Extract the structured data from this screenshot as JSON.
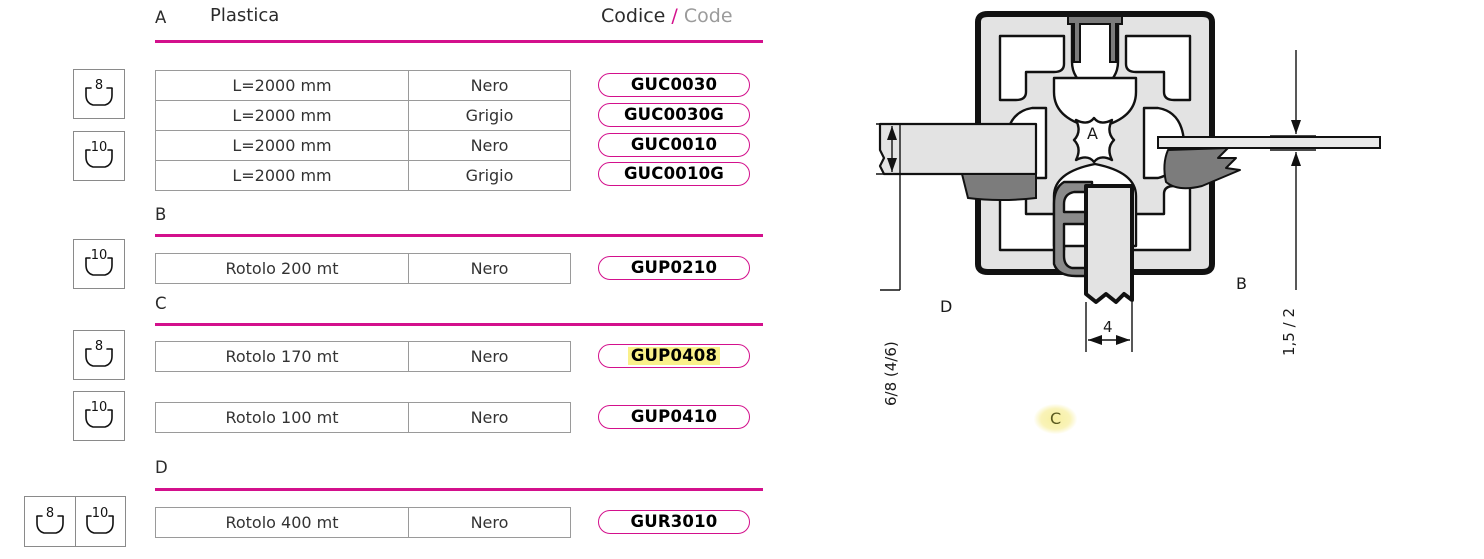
{
  "header": {
    "section_letter": "A",
    "section_title": "Plastica",
    "code_it": "Codice",
    "code_sep": "/",
    "code_en": "Code"
  },
  "sections": [
    {
      "letter": "A",
      "title": "Plastica",
      "icons": [
        {
          "number": "8",
          "name": "groove-8-icon"
        },
        {
          "number": "10",
          "name": "groove-10-icon"
        }
      ],
      "rows": [
        {
          "length": "L=2000 mm",
          "color": "Nero",
          "code": "GUC0030",
          "highlight": false
        },
        {
          "length": "L=2000 mm",
          "color": "Grigio",
          "code": "GUC0030G",
          "highlight": false
        },
        {
          "length": "L=2000 mm",
          "color": "Nero",
          "code": "GUC0010",
          "highlight": false
        },
        {
          "length": "L=2000 mm",
          "color": "Grigio",
          "code": "GUC0010G",
          "highlight": false
        }
      ]
    },
    {
      "letter": "B",
      "title": "",
      "icons": [
        {
          "number": "10",
          "name": "groove-10-icon"
        }
      ],
      "rows": [
        {
          "length": "Rotolo 200 mt",
          "color": "Nero",
          "code": "GUP0210",
          "highlight": false
        }
      ]
    },
    {
      "letter": "C",
      "title": "",
      "icons": [
        {
          "number": "8",
          "name": "groove-8-icon"
        },
        {
          "number": "10",
          "name": "groove-10-icon"
        }
      ],
      "rows": [
        {
          "length": "Rotolo 170 mt",
          "color": "Nero",
          "code": "GUP0408",
          "highlight": true
        },
        {
          "length": "Rotolo 100 mt",
          "color": "Nero",
          "code": "GUP0410",
          "highlight": false
        }
      ]
    },
    {
      "letter": "D",
      "title": "",
      "icons": [
        {
          "number": "8",
          "name": "groove-8-icon"
        },
        {
          "number": "10",
          "name": "groove-10-icon"
        }
      ],
      "rows": [
        {
          "length": "Rotolo 400 mt",
          "color": "Nero",
          "code": "GUR3010",
          "highlight": false
        }
      ]
    }
  ],
  "cells": {
    "r0_len": "L=2000 mm",
    "r0_col": "Nero",
    "r1_len": "L=2000 mm",
    "r1_col": "Grigio",
    "r2_len": "L=2000 mm",
    "r2_col": "Nero",
    "r3_len": "L=2000 mm",
    "r3_col": "Grigio",
    "b0_len": "Rotolo 200 mt",
    "b0_col": "Nero",
    "c0_len": "Rotolo 170 mt",
    "c0_col": "Nero",
    "c1_len": "Rotolo 100 mt",
    "c1_col": "Nero",
    "d0_len": "Rotolo 400 mt",
    "d0_col": "Nero"
  },
  "codes": {
    "a0": "GUC0030",
    "a1": "GUC0030G",
    "a2": "GUC0010",
    "a3": "GUC0010G",
    "b0": "GUP0210",
    "c0": "GUP0408",
    "c1": "GUP0410",
    "d0": "GUR3010"
  },
  "icon_numbers": {
    "a_top": "8",
    "a_bottom": "10",
    "b_one": "10",
    "c_top": "8",
    "c_bottom": "10",
    "d_left": "8",
    "d_right": "10"
  },
  "section_letters": {
    "a": "A",
    "b": "B",
    "c": "C",
    "d": "D"
  },
  "drawing": {
    "label_a": "A",
    "label_b": "B",
    "label_c": "C",
    "label_d": "D",
    "dim_height": "6/8 (4/6)",
    "dim_thickness": "1,5 / 2",
    "dim_width": "4"
  },
  "colors": {
    "accent": "#d3108c",
    "highlight": "#faf08a",
    "table_border": "#9a9a9a",
    "muted_text": "#9b9b9b",
    "profile_fill": "#e2e2e2",
    "gasket_fill": "#7a7a7a"
  }
}
